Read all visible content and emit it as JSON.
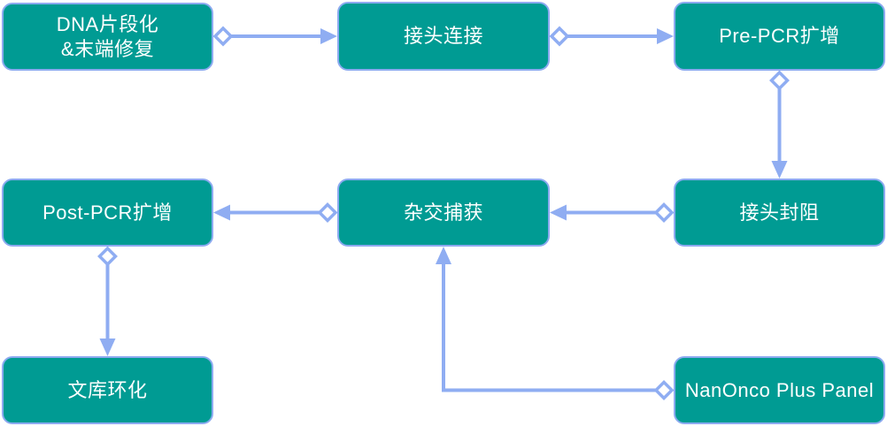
{
  "diagram": {
    "type": "flowchart",
    "description": "NGS library preparation workflow",
    "colors": {
      "node_fill": "#009b93",
      "node_border": "#8caaf0",
      "connector": "#8fadf2",
      "node_text": "#ffffff",
      "background": "#ffffff"
    },
    "nodes": [
      {
        "id": "dna-fragmentation-end-repair",
        "lines": [
          "DNA片段化",
          "&末端修复"
        ]
      },
      {
        "id": "adapter-ligation",
        "lines": [
          "接头连接"
        ]
      },
      {
        "id": "pre-pcr-amplification",
        "lines": [
          "Pre-PCR扩增"
        ]
      },
      {
        "id": "adapter-blocking",
        "lines": [
          "接头封阻"
        ]
      },
      {
        "id": "hybrid-capture",
        "lines": [
          "杂交捕获"
        ]
      },
      {
        "id": "post-pcr-amplification",
        "lines": [
          "Post-PCR扩增"
        ]
      },
      {
        "id": "library-circularization",
        "lines": [
          "文库环化"
        ]
      },
      {
        "id": "nanonco-plus-panel",
        "lines": [
          "NanOnco Plus Panel"
        ]
      }
    ],
    "edges": [
      {
        "from": "dna-fragmentation-end-repair",
        "to": "adapter-ligation"
      },
      {
        "from": "adapter-ligation",
        "to": "pre-pcr-amplification"
      },
      {
        "from": "pre-pcr-amplification",
        "to": "adapter-blocking"
      },
      {
        "from": "adapter-blocking",
        "to": "hybrid-capture"
      },
      {
        "from": "hybrid-capture",
        "to": "post-pcr-amplification"
      },
      {
        "from": "post-pcr-amplification",
        "to": "library-circularization"
      },
      {
        "from": "nanonco-plus-panel",
        "to": "hybrid-capture"
      }
    ]
  }
}
